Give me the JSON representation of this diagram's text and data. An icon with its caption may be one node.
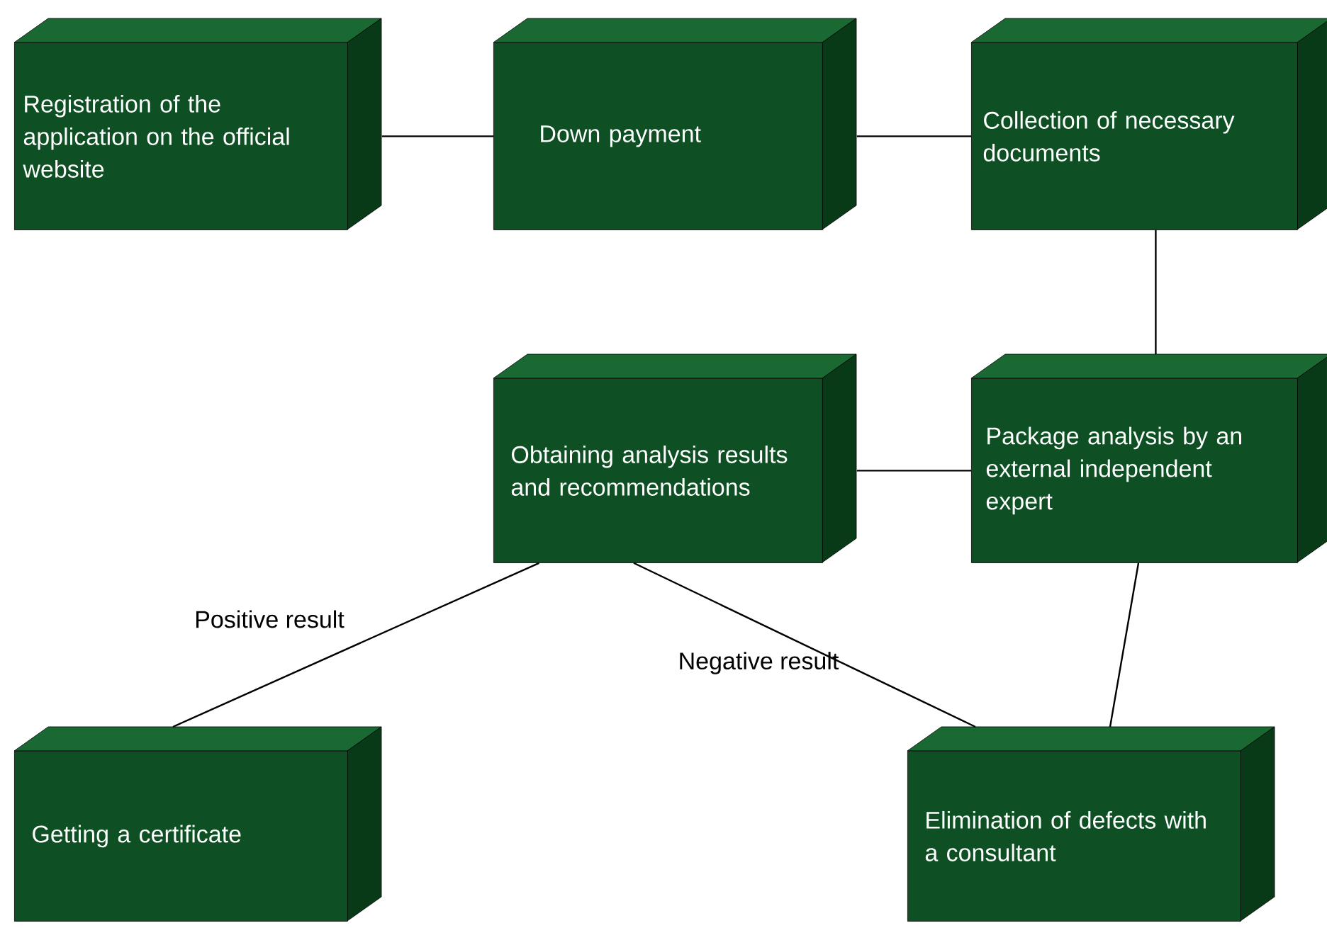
{
  "diagram": {
    "nodes": [
      {
        "text": [
          "Registration of the application on the official website"
        ]
      },
      {
        "text": [
          "Down payment"
        ]
      },
      {
        "text": [
          "Collection of necessary documents"
        ]
      },
      {
        "text": [
          "Obtaining analysis results and recommendations"
        ]
      },
      {
        "text": [
          "Package analysis by an external independent expert"
        ]
      },
      {
        "text": [
          "Getting a certificate"
        ]
      },
      {
        "text": [
          "Elimination of defects with a consultant"
        ]
      }
    ],
    "edges": [
      {
        "from": 0,
        "to": 1,
        "arrow": "none"
      },
      {
        "from": 1,
        "to": 2,
        "arrow": "none"
      },
      {
        "from": 2,
        "to": 4,
        "arrow": "none"
      },
      {
        "from": 4,
        "to": 3,
        "arrow": "none"
      },
      {
        "from": 3,
        "to": 5,
        "arrow": "none",
        "label": "Positive result"
      },
      {
        "from": 3,
        "to": 6,
        "arrow": "none",
        "label": "Negative result"
      },
      {
        "from": 4,
        "to": 6,
        "arrow": "none"
      }
    ]
  }
}
